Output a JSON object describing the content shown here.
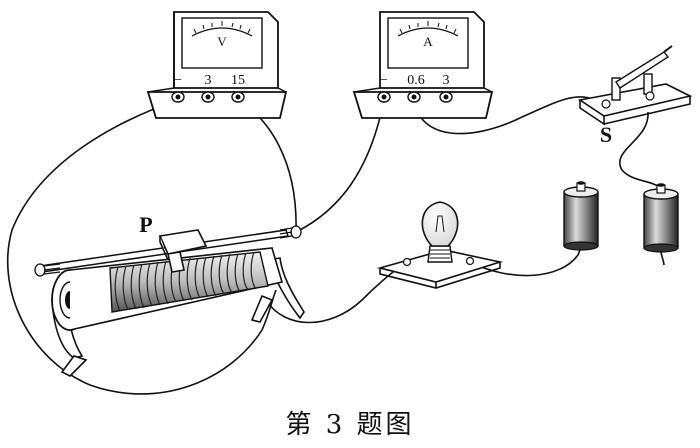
{
  "voltmeter": {
    "dial_symbol": "V",
    "terminals": [
      "−",
      "3",
      "15"
    ]
  },
  "ammeter": {
    "dial_symbol": "A",
    "terminals": [
      "−",
      "0.6",
      "3"
    ]
  },
  "rheostat": {
    "slider_label": "P"
  },
  "switch": {
    "label": "S"
  },
  "caption": "第 3 题图"
}
